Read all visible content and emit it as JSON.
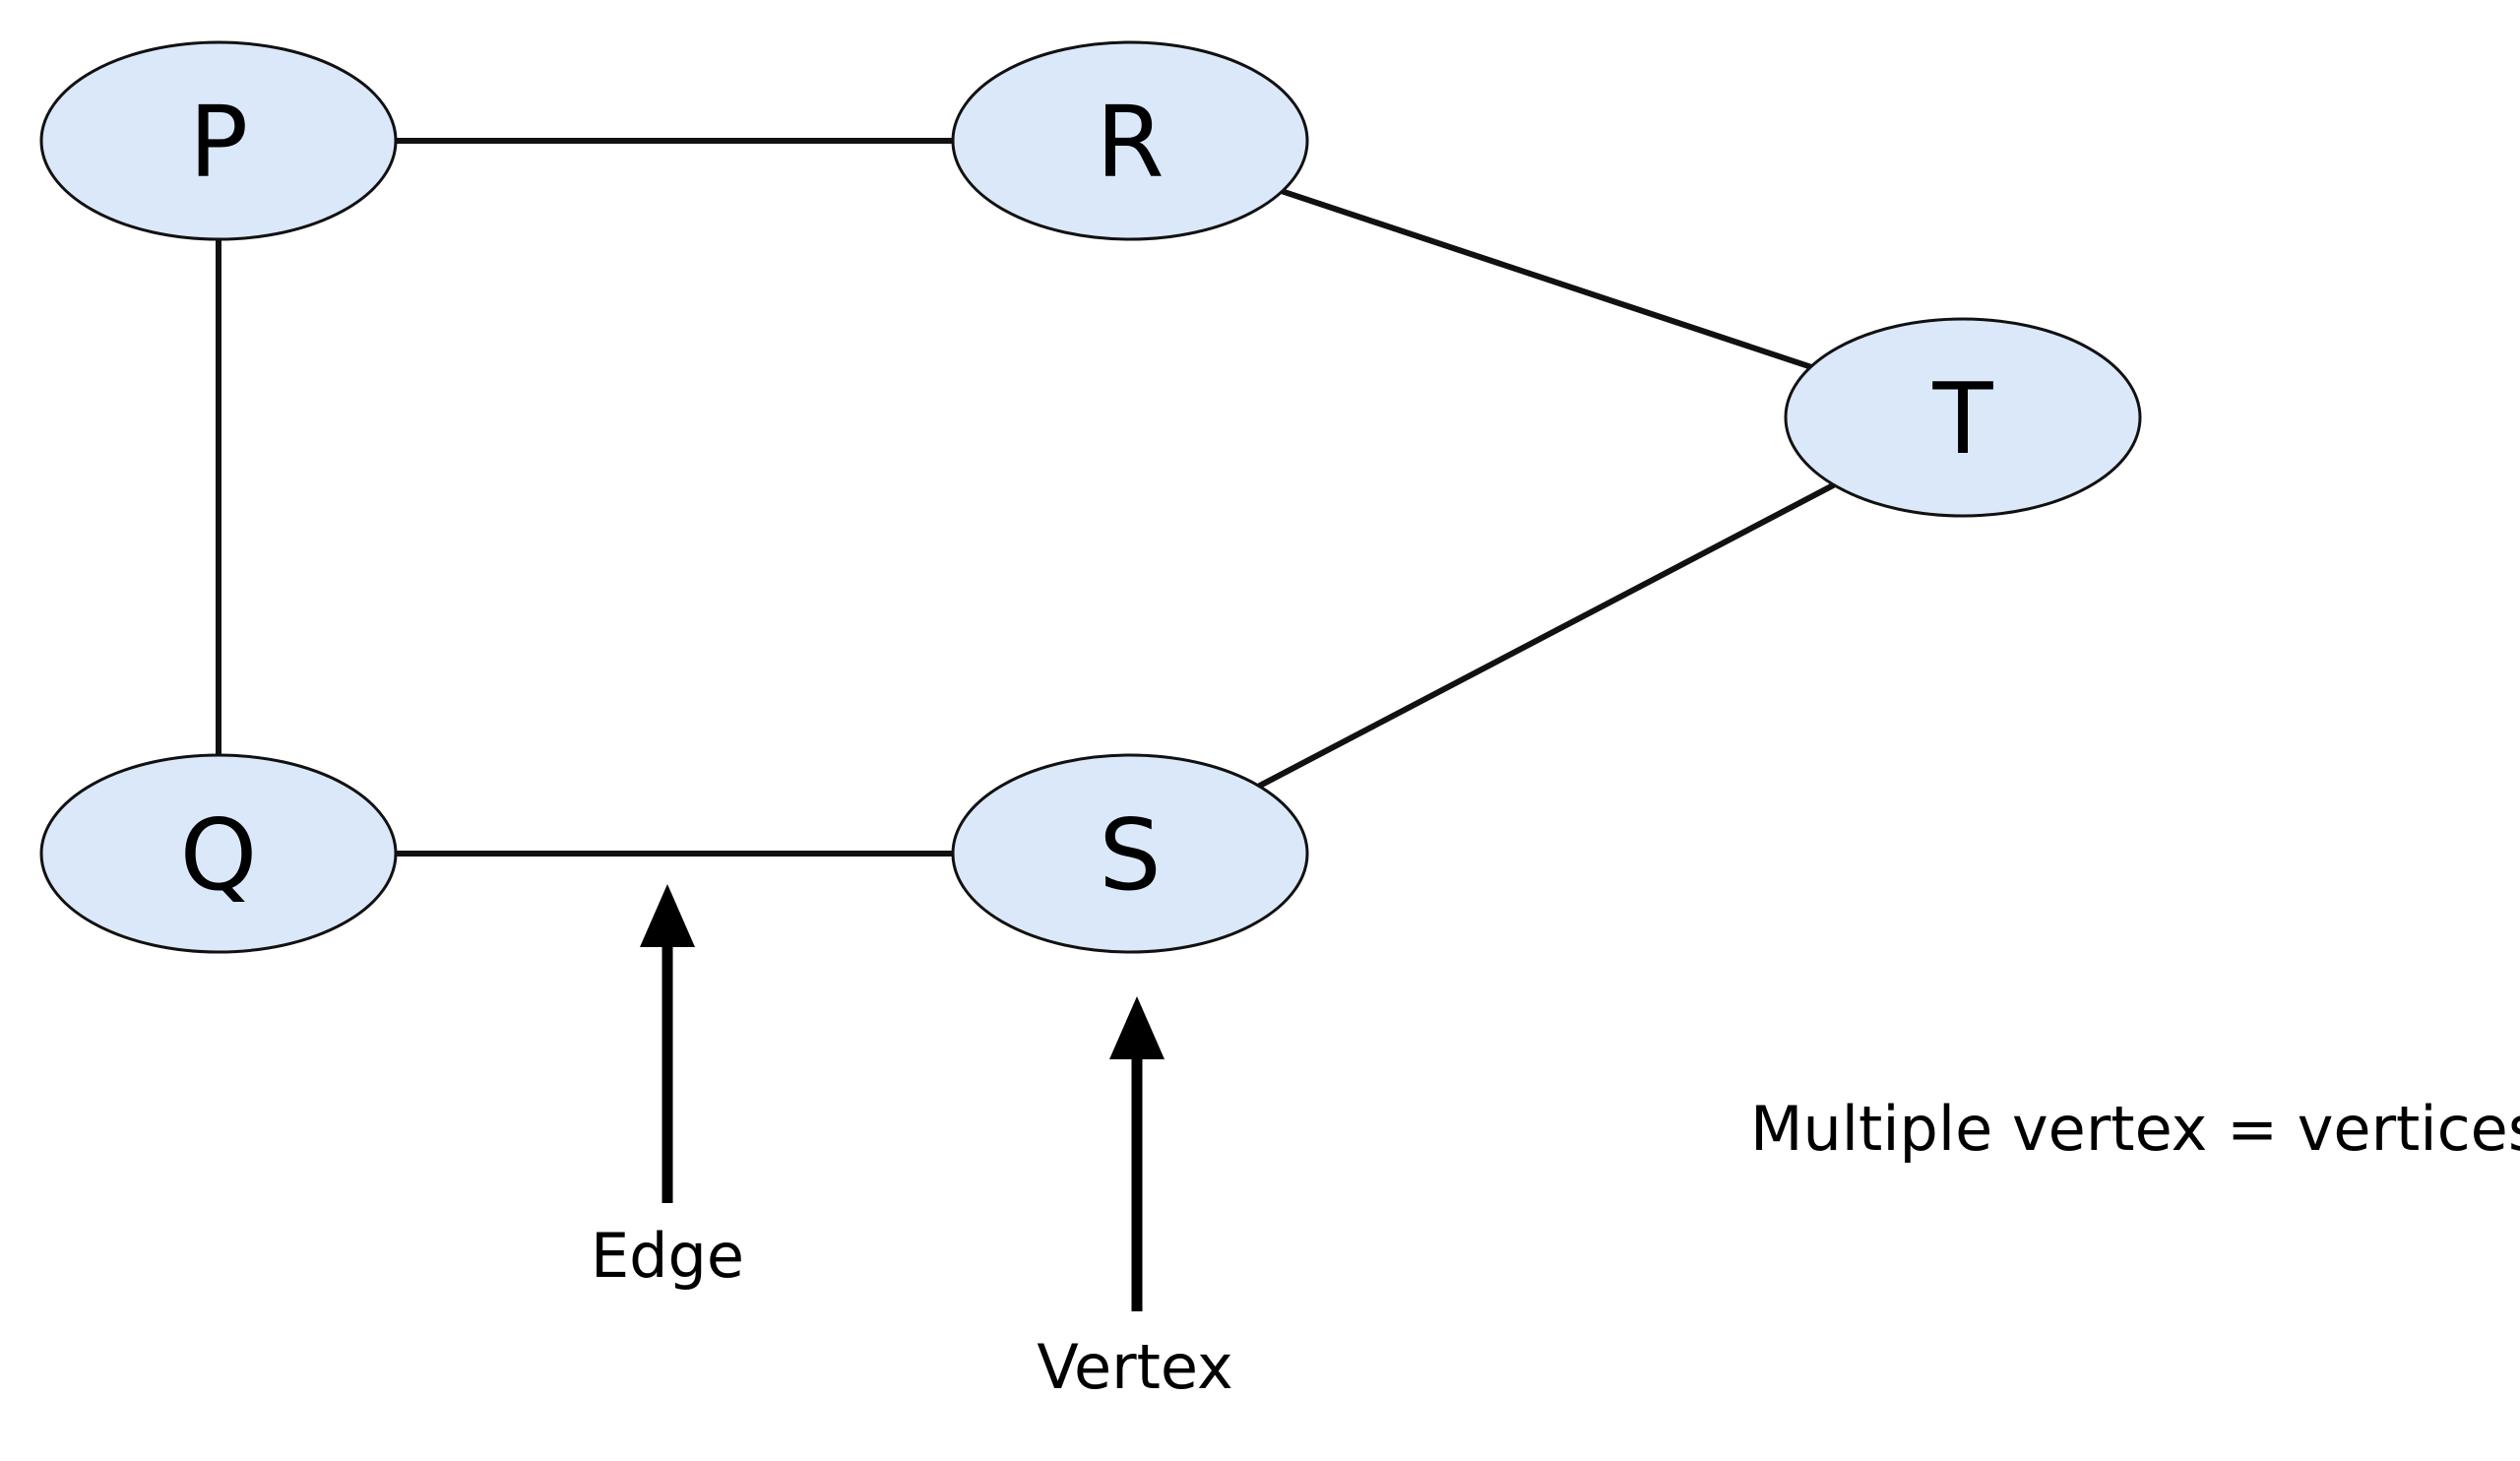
{
  "colors": {
    "node_fill": "#dae8f9",
    "stroke": "#111111",
    "text": "#000000"
  },
  "nodes": [
    {
      "id": "P",
      "label": "P"
    },
    {
      "id": "R",
      "label": "R"
    },
    {
      "id": "T",
      "label": "T"
    },
    {
      "id": "Q",
      "label": "Q"
    },
    {
      "id": "S",
      "label": "S"
    }
  ],
  "edges": [
    {
      "from": "P",
      "to": "R"
    },
    {
      "from": "R",
      "to": "T"
    },
    {
      "from": "P",
      "to": "Q"
    },
    {
      "from": "Q",
      "to": "S"
    },
    {
      "from": "S",
      "to": "T"
    }
  ],
  "annotations": {
    "edge_label": "Edge",
    "vertex_label": "Vertex",
    "note": "Multiple vertex = vertices"
  }
}
